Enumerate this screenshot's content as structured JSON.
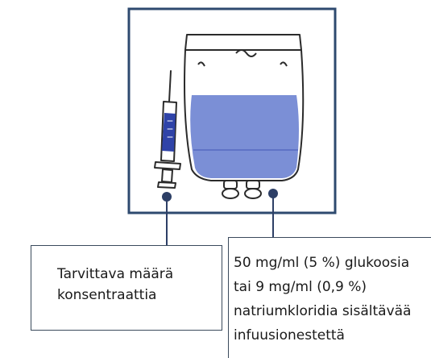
{
  "colors": {
    "frame": "#2e4a6f",
    "outline": "#2b2b2b",
    "fluid": "#7b8fd6",
    "fluid_dark": "#5f73c6",
    "leader": "#2d3f66",
    "box_border": "#3a4a5c"
  },
  "icons": [
    "syringe-icon",
    "infusion-bag-icon"
  ],
  "syringe_label": {
    "lines": [
      "Tarvittava määrä",
      "konsentraattia"
    ]
  },
  "bag_label": {
    "lines": [
      "50 mg/ml (5 %) glukoosia",
      "tai 9 mg/ml (0,9 %)",
      "natriumkloridia sisältävää",
      "infuusionestettä"
    ]
  }
}
